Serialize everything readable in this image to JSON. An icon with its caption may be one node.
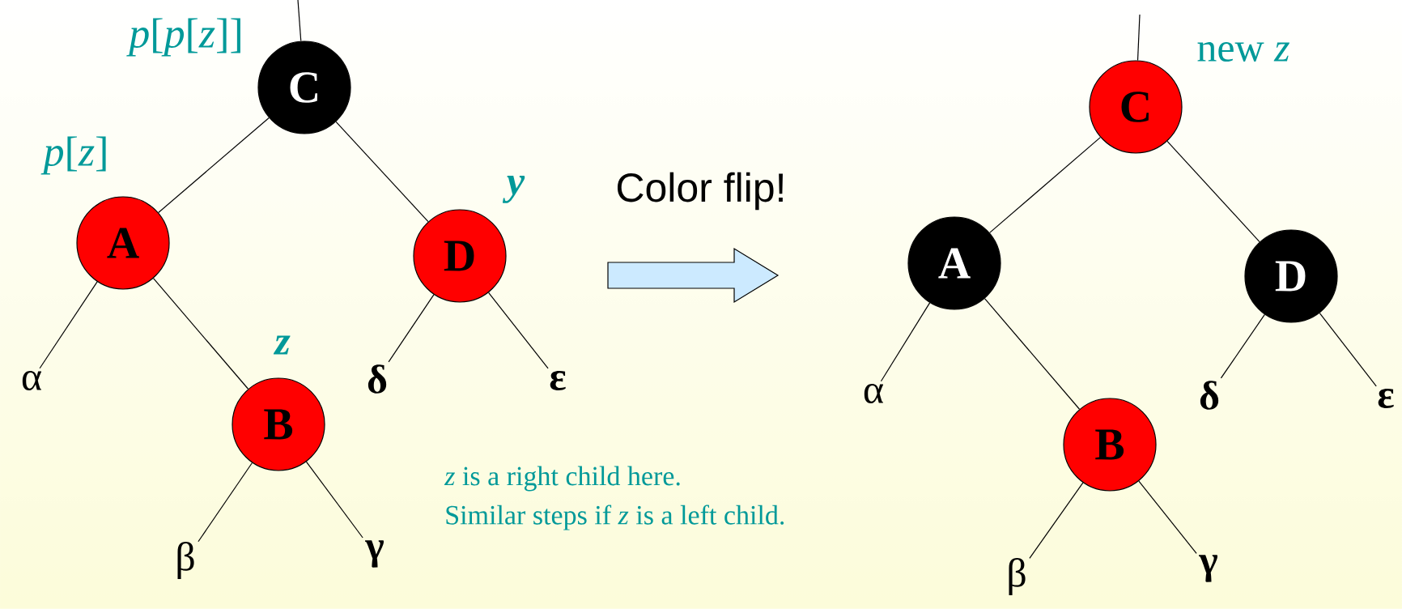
{
  "diagram": {
    "nodes": [
      {
        "text": [
          "C"
        ],
        "beside": [
          "*p*[*p*[*z*]]"
        ]
      },
      {
        "text": [
          "A"
        ],
        "beside": [
          "*p*[*z*]"
        ]
      },
      {
        "text": [
          "D"
        ],
        "beside": [
          "y"
        ]
      },
      {
        "text": [
          "α"
        ]
      },
      {
        "text": [
          "δ"
        ]
      },
      {
        "text": [
          "ε"
        ]
      },
      {
        "text": [
          "B"
        ],
        "beside": [
          "z"
        ]
      },
      {
        "text": [
          "β"
        ]
      },
      {
        "text": [
          "γ"
        ]
      },
      {
        "text": [
          "C"
        ],
        "beside": [
          "new *z*"
        ]
      },
      {
        "text": [
          "A"
        ]
      },
      {
        "text": [
          "D"
        ]
      },
      {
        "text": [
          "α"
        ]
      },
      {
        "text": [
          "δ"
        ]
      },
      {
        "text": [
          "ε"
        ]
      },
      {
        "text": [
          "B"
        ]
      },
      {
        "text": [
          "β"
        ]
      },
      {
        "text": [
          "γ"
        ]
      }
    ],
    "edges": [
      {
        "from": null,
        "to": 0,
        "arrow": "none"
      },
      {
        "from": 0,
        "to": 1,
        "arrow": "none"
      },
      {
        "from": 0,
        "to": 2,
        "arrow": "none"
      },
      {
        "from": 1,
        "to": 3,
        "arrow": "none"
      },
      {
        "from": 1,
        "to": 6,
        "arrow": "none"
      },
      {
        "from": 2,
        "to": 4,
        "arrow": "none"
      },
      {
        "from": 2,
        "to": 5,
        "arrow": "none"
      },
      {
        "from": 6,
        "to": 7,
        "arrow": "none"
      },
      {
        "from": 6,
        "to": 8,
        "arrow": "none"
      },
      {
        "from": null,
        "to": 9,
        "arrow": "none"
      },
      {
        "from": 9,
        "to": 10,
        "arrow": "none"
      },
      {
        "from": 9,
        "to": 11,
        "arrow": "none"
      },
      {
        "from": 10,
        "to": 12,
        "arrow": "none"
      },
      {
        "from": 10,
        "to": 15,
        "arrow": "none"
      },
      {
        "from": 11,
        "to": 13,
        "arrow": "none"
      },
      {
        "from": 11,
        "to": 14,
        "arrow": "none"
      },
      {
        "from": 15,
        "to": 16,
        "arrow": "none"
      },
      {
        "from": 15,
        "to": 17,
        "arrow": "none"
      }
    ],
    "labels": [
      "Color flip!",
      "*z* is a right child here.",
      "Similar steps if *z* is a left child."
    ]
  }
}
